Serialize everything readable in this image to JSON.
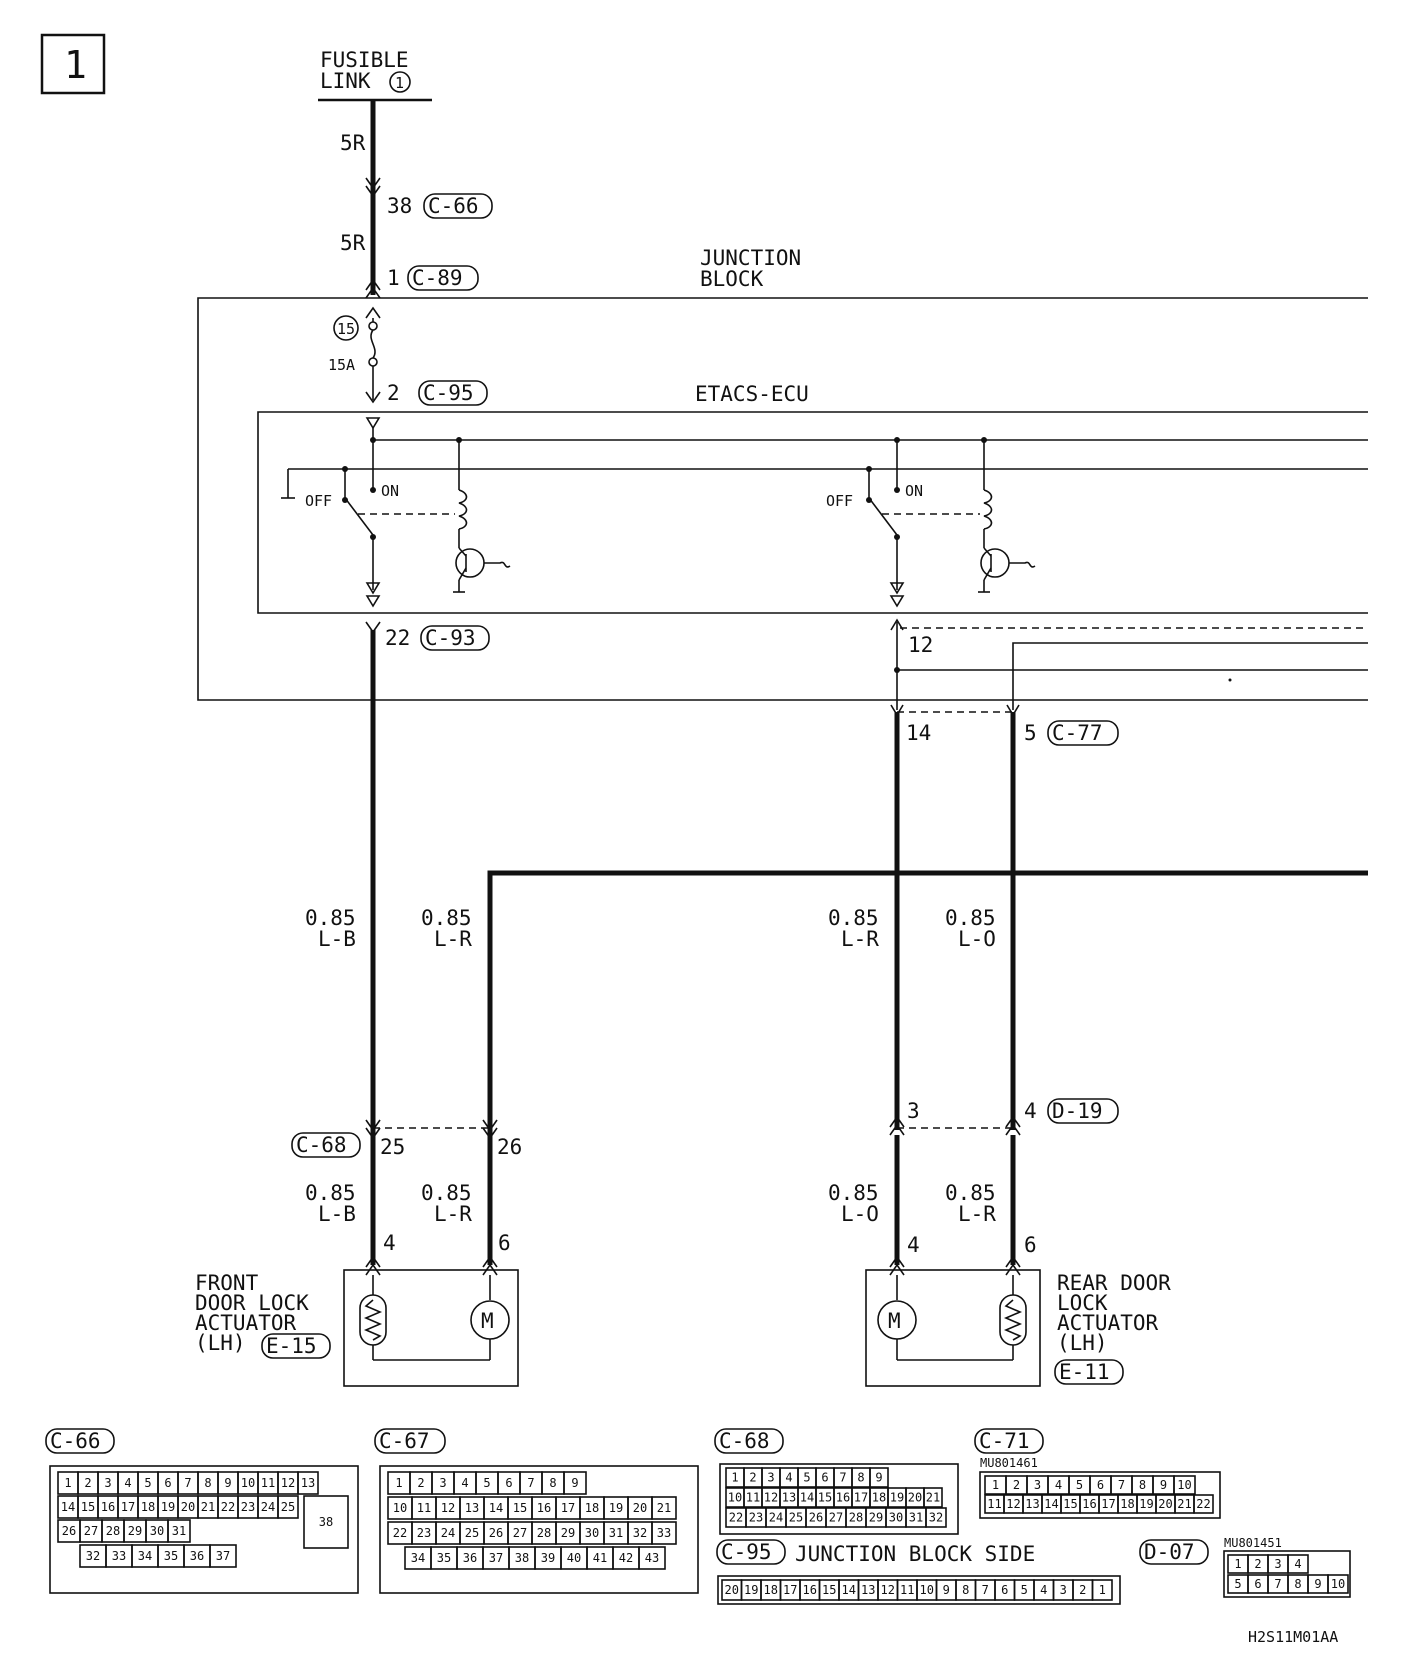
{
  "page_number": "1",
  "fusible_link": {
    "line1": "FUSIBLE",
    "line2": "LINK",
    "number": "1"
  },
  "junction_block": {
    "line1": "JUNCTION",
    "line2": "BLOCK"
  },
  "ecu_label": "ETACS-ECU",
  "fuse": {
    "number": "15",
    "rating": "15A"
  },
  "wire_colors": {
    "main_top": "5R",
    "main_mid": "5R"
  },
  "connectors_inline": {
    "c66": {
      "pin": "38",
      "id": "C-66"
    },
    "c89": {
      "pin": "1",
      "id": "C-89"
    },
    "c95": {
      "pin": "2",
      "id": "C-95"
    },
    "c93": {
      "pin": "22",
      "id": "C-93"
    },
    "jb_pin12": "12",
    "c77_left": "14",
    "c77": {
      "pin": "5",
      "id": "C-77"
    },
    "c68": {
      "id": "C-68",
      "pin_a": "25",
      "pin_b": "26"
    },
    "d19": {
      "id": "D-19",
      "pin_a": "3",
      "pin_b": "4"
    }
  },
  "relay_labels": {
    "off": "OFF",
    "on": "ON"
  },
  "wires": {
    "w1": {
      "size": "0.85",
      "color": "L-B"
    },
    "w2": {
      "size": "0.85",
      "color": "L-R"
    },
    "w3": {
      "size": "0.85",
      "color": "L-R"
    },
    "w4": {
      "size": "0.85",
      "color": "L-O"
    },
    "w5": {
      "size": "0.85",
      "color": "L-B"
    },
    "w6": {
      "size": "0.85",
      "color": "L-R"
    },
    "w7": {
      "size": "0.85",
      "color": "L-O"
    },
    "w8": {
      "size": "0.85",
      "color": "L-R"
    }
  },
  "front_actuator": {
    "line1": "FRONT",
    "line2": "DOOR LOCK",
    "line3": "ACTUATOR",
    "line4": "(LH)",
    "connector": "E-15",
    "pin_a": "4",
    "pin_b": "6",
    "motor": "M"
  },
  "rear_actuator": {
    "line1": "REAR DOOR",
    "line2": "LOCK",
    "line3": "ACTUATOR",
    "line4": "(LH)",
    "connector": "E-11",
    "pin_a": "4",
    "pin_b": "6",
    "motor": "M"
  },
  "connector_views": {
    "c66": "C-66",
    "c67": "C-67",
    "c68": "C-68",
    "c71": "C-71",
    "c71_part": "MU801461",
    "c95": "C-95",
    "c95_side": "JUNCTION BLOCK SIDE",
    "d07": "D-07",
    "d07_part": "MU801451"
  },
  "c66_pins": {
    "r1": [
      "1",
      "2",
      "3",
      "4",
      "5",
      "6",
      "7",
      "8",
      "9",
      "10",
      "11",
      "12",
      "13"
    ],
    "r2": [
      "14",
      "15",
      "16",
      "17",
      "18",
      "19",
      "20",
      "21",
      "22",
      "23",
      "24",
      "25"
    ],
    "r3": [
      "26",
      "27",
      "28",
      "29",
      "30",
      "31"
    ],
    "r4": [
      "32",
      "33",
      "34",
      "35",
      "36",
      "37"
    ],
    "big": "38"
  },
  "c67_pins": {
    "r1": [
      "1",
      "2",
      "3",
      "4",
      "5",
      "6",
      "7",
      "8",
      "9"
    ],
    "r2": [
      "10",
      "11",
      "12",
      "13",
      "14",
      "15",
      "16",
      "17",
      "18",
      "19",
      "20",
      "21"
    ],
    "r3": [
      "22",
      "23",
      "24",
      "25",
      "26",
      "27",
      "28",
      "29",
      "30",
      "31",
      "32",
      "33"
    ],
    "r4": [
      "34",
      "35",
      "36",
      "37",
      "38",
      "39",
      "40",
      "41",
      "42",
      "43"
    ]
  },
  "c68_pins": {
    "r1": [
      "1",
      "2",
      "3",
      "4",
      "5",
      "6",
      "7",
      "8",
      "9"
    ],
    "r2": [
      "10",
      "11",
      "12",
      "13",
      "14",
      "15",
      "16",
      "17",
      "18",
      "19",
      "20",
      "21"
    ],
    "r3": [
      "22",
      "23",
      "24",
      "25",
      "26",
      "27",
      "28",
      "29",
      "30",
      "31",
      "32"
    ]
  },
  "c71_pins": {
    "r1": [
      "1",
      "2",
      "3",
      "4",
      "5",
      "6",
      "7",
      "8",
      "9",
      "10"
    ],
    "r2": [
      "11",
      "12",
      "13",
      "14",
      "15",
      "16",
      "17",
      "18",
      "19",
      "20",
      "21",
      "22"
    ]
  },
  "c95_pins": [
    "20",
    "19",
    "18",
    "17",
    "16",
    "15",
    "14",
    "13",
    "12",
    "11",
    "10",
    "9",
    "8",
    "7",
    "6",
    "5",
    "4",
    "3",
    "2",
    "1"
  ],
  "d07_pins": {
    "r1": [
      "1",
      "2",
      "3",
      "4"
    ],
    "r2": [
      "5",
      "6",
      "7",
      "8",
      "9",
      "10"
    ]
  },
  "figure_code": "H2S11M01AA"
}
